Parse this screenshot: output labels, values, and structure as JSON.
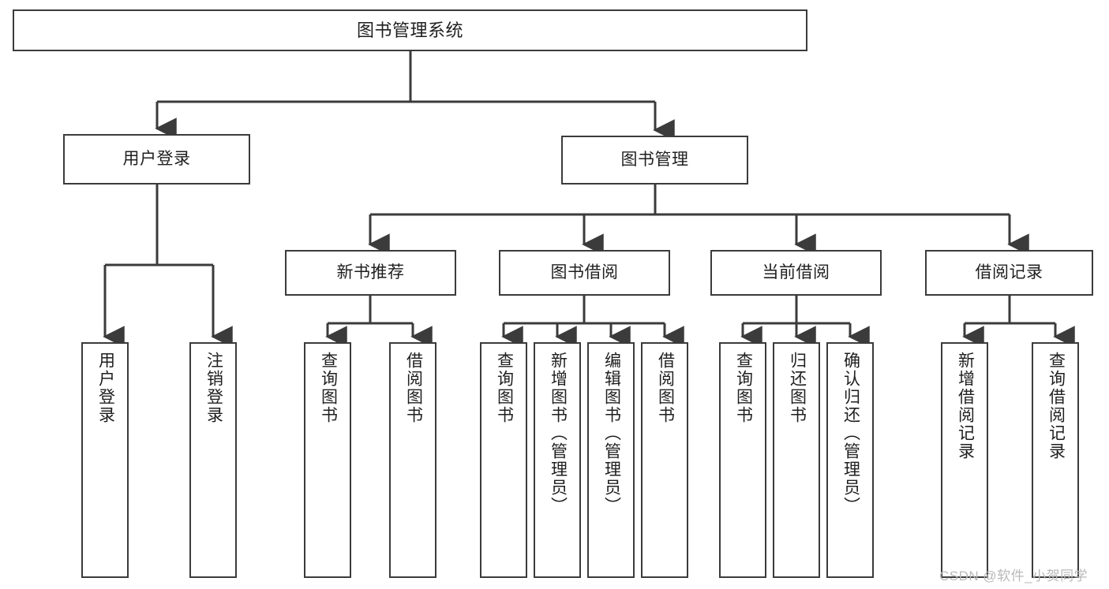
{
  "diagram": {
    "title": "图书管理系统",
    "type": "tree",
    "colors": {
      "background": "#ffffff",
      "box_border": "#3b3b3b",
      "box_fill": "#ffffff",
      "edge": "#3b3b3b",
      "text": "#1f1f1f",
      "watermark": "#b9b9b9"
    }
  },
  "watermark": {
    "text": "CSDN @软件_小贺同学"
  },
  "nodes": {
    "root": {
      "label": "图书管理系统"
    },
    "level2": [
      {
        "id": "user-login",
        "label": "用户登录"
      },
      {
        "id": "book-manage",
        "label": "图书管理"
      }
    ],
    "level3": [
      {
        "id": "new-book-recommend",
        "label": "新书推荐"
      },
      {
        "id": "book-borrow",
        "label": "图书借阅"
      },
      {
        "id": "current-borrow",
        "label": "当前借阅"
      },
      {
        "id": "borrow-record",
        "label": "借阅记录"
      }
    ],
    "leaves": [
      {
        "id": "leaf-user-login",
        "label": "用户登录"
      },
      {
        "id": "leaf-logout-login",
        "label": "注销登录"
      },
      {
        "id": "leaf-query-book-1",
        "label": "查询图书"
      },
      {
        "id": "leaf-borrow-book-1",
        "label": "借阅图书"
      },
      {
        "id": "leaf-query-book-2",
        "label": "查询图书"
      },
      {
        "id": "leaf-add-book",
        "label": "新增图书（管理员）"
      },
      {
        "id": "leaf-edit-book",
        "label": "编辑图书（管理员）"
      },
      {
        "id": "leaf-borrow-book-2",
        "label": "借阅图书"
      },
      {
        "id": "leaf-query-book-3",
        "label": "查询图书"
      },
      {
        "id": "leaf-return-book",
        "label": "归还图书"
      },
      {
        "id": "leaf-confirm-return",
        "label": "确认归还（管理员）"
      },
      {
        "id": "leaf-add-record",
        "label": "新增借阅记录"
      },
      {
        "id": "leaf-query-record",
        "label": "查询借阅记录"
      }
    ]
  }
}
